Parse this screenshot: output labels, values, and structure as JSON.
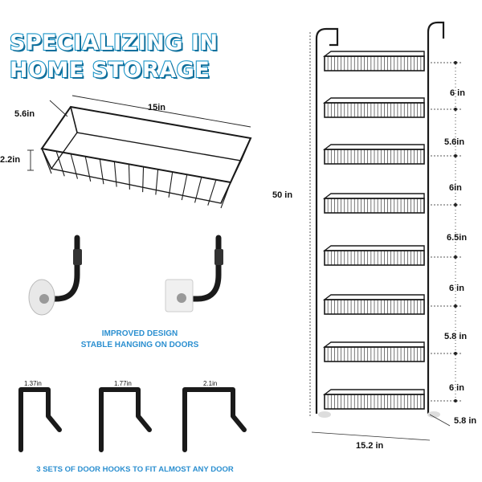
{
  "headline": {
    "line1": "SPECIALIZING IN",
    "line2": "HOME STORAGE"
  },
  "basket": {
    "depth": "5.6in",
    "length": "15in",
    "height": "2.2in"
  },
  "hook_caption": {
    "line1": "IMPROVED DESIGN",
    "line2": "STABLE HANGING ON DOORS"
  },
  "door_hooks": {
    "sizes": [
      "1.37in",
      "1.77in",
      "2.1in"
    ],
    "caption": "3 SETS OF DOOR HOOKS TO FIT ALMOST ANY DOOR"
  },
  "rack": {
    "total_height": "50 in",
    "width": "15.2 in",
    "depth": "5.8 in",
    "spacings": [
      "6 in",
      "5.6in",
      "6in",
      "6.5in",
      "6 in",
      "5.8 in",
      "6 in"
    ]
  },
  "colors": {
    "headline_blue": "#1b95c8",
    "caption_blue": "#2b8fd0",
    "wire": "#1a1a1a"
  }
}
